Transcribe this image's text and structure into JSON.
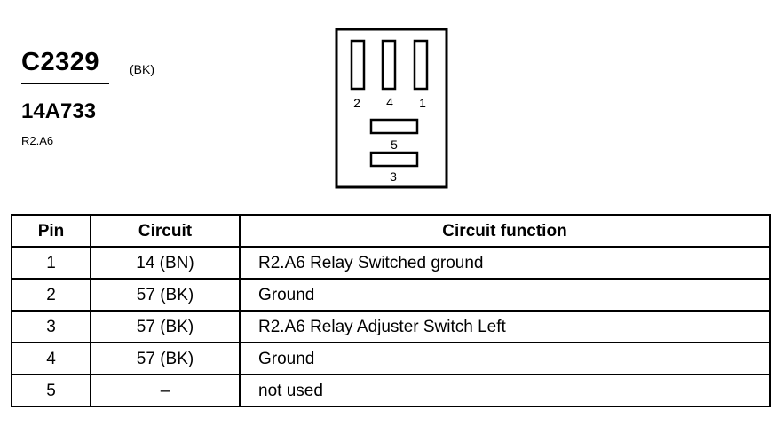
{
  "connector": {
    "id": "C2329",
    "color": "(BK)",
    "part_number": "14A733",
    "location": "R2.A6"
  },
  "face_labels": {
    "pin_2": "2",
    "pin_4": "4",
    "pin_1": "1",
    "pin_5": "5",
    "pin_3": "3"
  },
  "table": {
    "headers": [
      "Pin",
      "Circuit",
      "Circuit function"
    ],
    "rows": [
      {
        "pin": "1",
        "circuit": "14 (BN)",
        "function": "R2.A6 Relay Switched ground"
      },
      {
        "pin": "2",
        "circuit": "57 (BK)",
        "function": "Ground"
      },
      {
        "pin": "3",
        "circuit": "57 (BK)",
        "function": "R2.A6 Relay Adjuster Switch Left"
      },
      {
        "pin": "4",
        "circuit": "57 (BK)",
        "function": "Ground"
      },
      {
        "pin": "5",
        "circuit": "–",
        "function": "not used"
      }
    ]
  }
}
